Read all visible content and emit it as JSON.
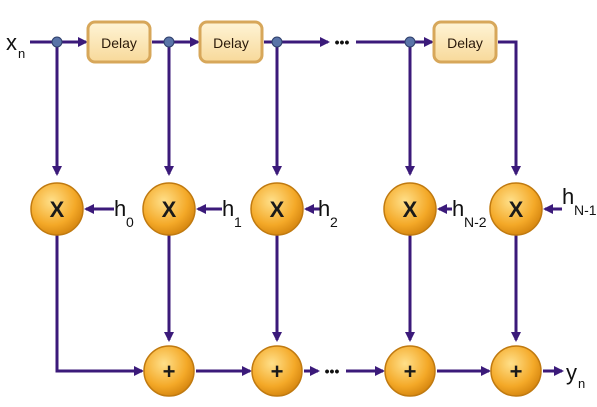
{
  "input": "x",
  "input_sub": "n",
  "output": "y",
  "output_sub": "n",
  "delay_label": "Delay",
  "multiply_symbol": "X",
  "add_symbol": "+",
  "ellipsis": "•••",
  "coeffs": [
    {
      "base": "h",
      "sub": "0"
    },
    {
      "base": "h",
      "sub": "1"
    },
    {
      "base": "h",
      "sub": "2"
    },
    {
      "base": "h",
      "sub": "N-2"
    },
    {
      "base": "h",
      "sub": "N-1"
    }
  ],
  "colors": {
    "line": "#3b1a7a",
    "node_fill": "#f4a928",
    "delay_fill": "#fde6b4",
    "delay_border": "#d7a75a",
    "dot": "#5a74a8"
  }
}
